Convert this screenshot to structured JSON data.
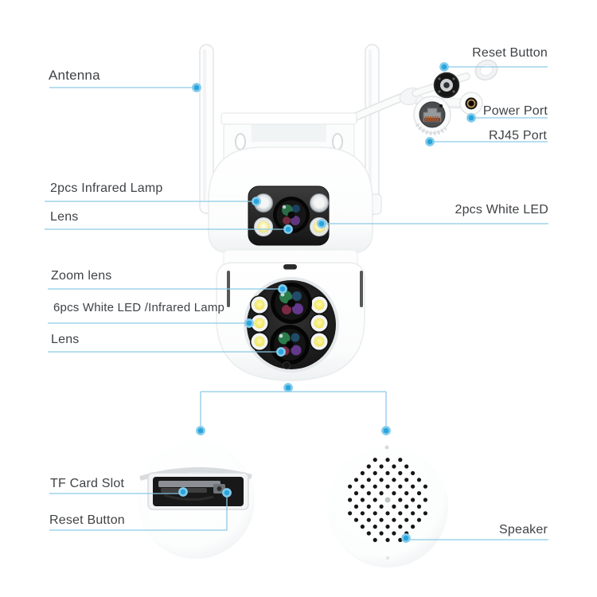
{
  "diagram": {
    "type": "product-annotation",
    "subject": "Dual-lens PTZ security camera parts diagram",
    "callout_labels": {
      "antenna": "Antenna",
      "reset_button_top": "Reset Button",
      "power_port": "Power Port",
      "rj45_port": "RJ45 Port",
      "infrared_lamp_2pcs": "2pcs Infrared Lamp",
      "lens_upper": "Lens",
      "white_led_2pcs": "2pcs White LED",
      "zoom_lens": "Zoom lens",
      "white_led_6pcs": "6pcs White LED /Infrared Lamp",
      "lens_lower": "Lens",
      "tf_card_slot": "TF Card Slot",
      "reset_button_bottom": "Reset Button",
      "speaker": "Speaker"
    },
    "colors": {
      "background": "#ffffff",
      "label_text": "#3f4245",
      "callout_line": "#8ccae6",
      "callout_dot": "#2aa4db",
      "callout_dot_halo": "#82cbec"
    }
  }
}
